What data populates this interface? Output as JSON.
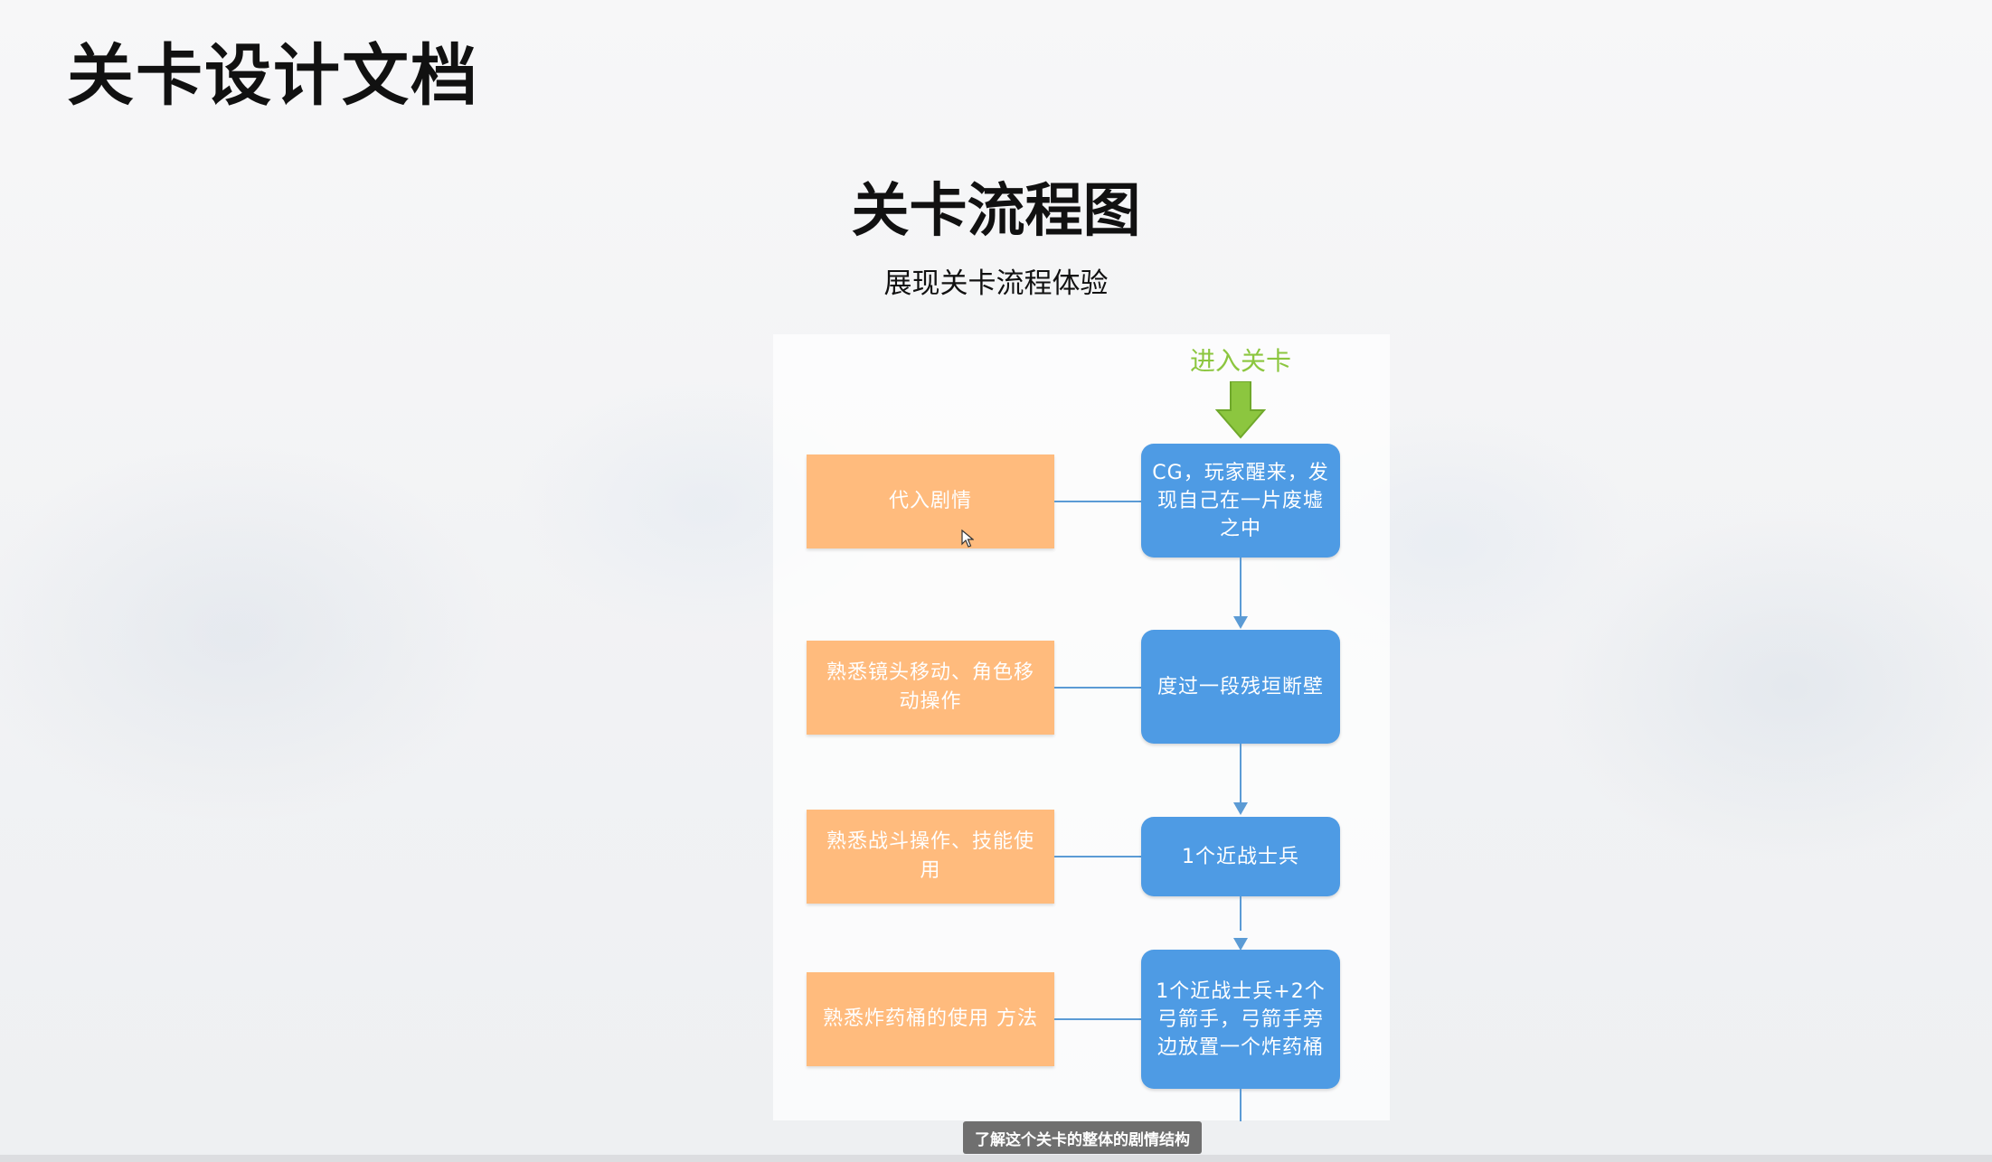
{
  "page": {
    "doc_title": "关卡设计文档",
    "flow_title": "关卡流程图",
    "flow_subtitle": "展现关卡流程体验",
    "caption": "了解这个关卡的整体的剧情结构"
  },
  "diagram": {
    "start_label": "进入关卡",
    "steps": [
      {
        "left": "代入剧情",
        "right": "CG，玩家醒来，发现自己在一片废墟之中"
      },
      {
        "left": "熟悉镜头移动、角色移动操作",
        "right": "度过一段残垣断壁"
      },
      {
        "left": "熟悉战斗操作、技能使用",
        "right": "1个近战士兵"
      },
      {
        "left": "熟悉炸药桶的使用 方法",
        "right": "1个近战士兵+2个弓箭手，弓箭手旁边放置一个炸药桶"
      }
    ]
  },
  "colors": {
    "left_box": "#ffbb7d",
    "right_box": "#4e9be4",
    "connector": "#5b9bd5",
    "start_arrow": "#8cc63f"
  },
  "icons": {
    "start_arrow": "arrow-down-icon",
    "pointer": "mouse-cursor-icon"
  }
}
